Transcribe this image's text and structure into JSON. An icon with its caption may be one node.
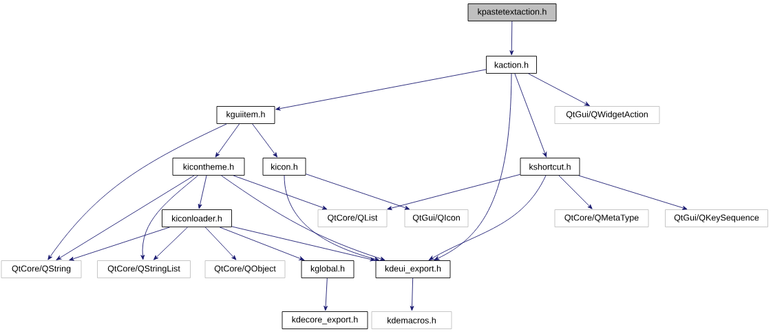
{
  "diagram": {
    "nodes": [
      {
        "text": [
          "kpastetextaction.h"
        ]
      },
      {
        "text": [
          "kaction.h"
        ]
      },
      {
        "text": [
          "kguiitem.h"
        ]
      },
      {
        "text": [
          "QtGui/QWidgetAction"
        ]
      },
      {
        "text": [
          "kicontheme.h"
        ]
      },
      {
        "text": [
          "kicon.h"
        ]
      },
      {
        "text": [
          "kshortcut.h"
        ]
      },
      {
        "text": [
          "QtCore/QList"
        ]
      },
      {
        "text": [
          "QtGui/QIcon"
        ]
      },
      {
        "text": [
          "QtCore/QMetaType"
        ]
      },
      {
        "text": [
          "QtGui/QKeySequence"
        ]
      },
      {
        "text": [
          "kiconloader.h"
        ]
      },
      {
        "text": [
          "QtCore/QString"
        ]
      },
      {
        "text": [
          "QtCore/QStringList"
        ]
      },
      {
        "text": [
          "QtCore/QObject"
        ]
      },
      {
        "text": [
          "kglobal.h"
        ]
      },
      {
        "text": [
          "kdeui_export.h"
        ]
      },
      {
        "text": [
          "kdecore_export.h"
        ]
      },
      {
        "text": [
          "kdemacros.h"
        ]
      }
    ],
    "edges": [
      {
        "from": 0,
        "to": 1,
        "arrow": "to"
      },
      {
        "from": 1,
        "to": 2,
        "arrow": "to"
      },
      {
        "from": 1,
        "to": 3,
        "arrow": "to"
      },
      {
        "from": 1,
        "to": 6,
        "arrow": "to"
      },
      {
        "from": 1,
        "to": 16,
        "arrow": "to"
      },
      {
        "from": 2,
        "to": 4,
        "arrow": "to"
      },
      {
        "from": 2,
        "to": 5,
        "arrow": "to"
      },
      {
        "from": 2,
        "to": 12,
        "arrow": "to"
      },
      {
        "from": 4,
        "to": 11,
        "arrow": "to"
      },
      {
        "from": 4,
        "to": 12,
        "arrow": "to"
      },
      {
        "from": 4,
        "to": 13,
        "arrow": "to"
      },
      {
        "from": 4,
        "to": 7,
        "arrow": "to"
      },
      {
        "from": 4,
        "to": 16,
        "arrow": "to"
      },
      {
        "from": 5,
        "to": 8,
        "arrow": "to"
      },
      {
        "from": 5,
        "to": 16,
        "arrow": "to"
      },
      {
        "from": 6,
        "to": 7,
        "arrow": "to"
      },
      {
        "from": 6,
        "to": 9,
        "arrow": "to"
      },
      {
        "from": 6,
        "to": 10,
        "arrow": "to"
      },
      {
        "from": 6,
        "to": 16,
        "arrow": "to"
      },
      {
        "from": 11,
        "to": 12,
        "arrow": "to"
      },
      {
        "from": 11,
        "to": 13,
        "arrow": "to"
      },
      {
        "from": 11,
        "to": 14,
        "arrow": "to"
      },
      {
        "from": 11,
        "to": 15,
        "arrow": "to"
      },
      {
        "from": 11,
        "to": 16,
        "arrow": "to"
      },
      {
        "from": 15,
        "to": 17,
        "arrow": "to"
      },
      {
        "from": 16,
        "to": 18,
        "arrow": "to"
      }
    ]
  }
}
